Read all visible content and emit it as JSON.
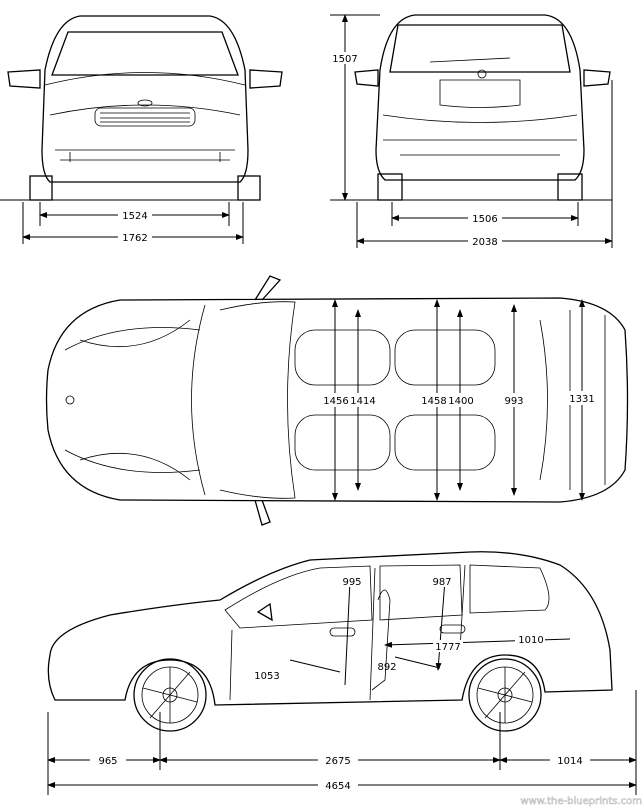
{
  "front_view": {
    "track": "1524",
    "width": "1762"
  },
  "rear_view": {
    "height": "1507",
    "track": "1506",
    "width_mirrors": "2038"
  },
  "top_view": {
    "front_shoulder": "1456",
    "front_hip": "1414",
    "rear_shoulder": "1458",
    "rear_hip": "1400",
    "trunk_width": "993",
    "rear_width": "1331"
  },
  "side_view": {
    "front_headroom": "995",
    "rear_headroom": "987",
    "cargo_length": "1010",
    "interior_length": "1777",
    "front_legroom": "1053",
    "rear_legroom": "892",
    "front_overhang": "965",
    "wheelbase": "2675",
    "rear_overhang": "1014",
    "length": "4654"
  },
  "watermark": "www.the-blueprints.com"
}
